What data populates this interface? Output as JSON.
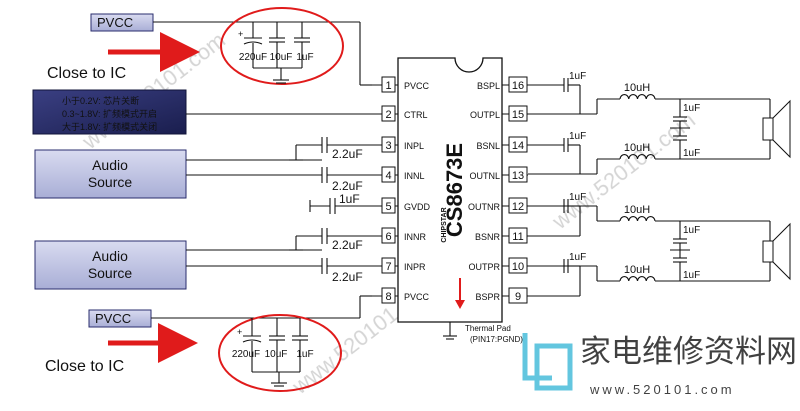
{
  "left": {
    "pvcc_top": "PVCC",
    "pvcc_bottom": "PVCC",
    "close_to_ic_top": "Close to IC",
    "close_to_ic_bottom": "Close to IC",
    "ctrl_note": [
      "小于0.2V: 芯片关断",
      "0.3~1.8V: 扩频模式开启",
      "大于1.8V: 扩频模式关闭"
    ],
    "audio_source_1": [
      "Audio",
      "Source"
    ],
    "audio_source_2": [
      "Audio",
      "Source"
    ]
  },
  "capacitors": {
    "top_group": [
      "220uF",
      "10uF",
      "1uF"
    ],
    "bottom_group": [
      "220uF",
      "10uF",
      "1uF"
    ],
    "inpl": "2.2uF",
    "innl": "2.2uF",
    "gvdd": "1uF",
    "innr": "2.2uF",
    "inpr": "2.2uF",
    "bootstrap": [
      "1uF",
      "1uF",
      "1uF",
      "1uF"
    ],
    "filter_top": [
      "1uF",
      "1uF"
    ],
    "filter_bottom": [
      "1uF",
      "1uF"
    ]
  },
  "inductors": [
    "10uH",
    "10uH",
    "10uH",
    "10uH"
  ],
  "chip": {
    "part_number": "CS8673E",
    "brand": "CHIPSTAR",
    "left_pins": [
      {
        "num": "1",
        "name": "PVCC"
      },
      {
        "num": "2",
        "name": "CTRL"
      },
      {
        "num": "3",
        "name": "INPL"
      },
      {
        "num": "4",
        "name": "INNL"
      },
      {
        "num": "5",
        "name": "GVDD"
      },
      {
        "num": "6",
        "name": "INNR"
      },
      {
        "num": "7",
        "name": "INPR"
      },
      {
        "num": "8",
        "name": "PVCC"
      }
    ],
    "right_pins": [
      {
        "num": "16",
        "name": "BSPL"
      },
      {
        "num": "15",
        "name": "OUTPL"
      },
      {
        "num": "14",
        "name": "BSNL"
      },
      {
        "num": "13",
        "name": "OUTNL"
      },
      {
        "num": "12",
        "name": "OUTNR"
      },
      {
        "num": "11",
        "name": "BSNR"
      },
      {
        "num": "10",
        "name": "OUTPR"
      },
      {
        "num": "9",
        "name": "BSPR"
      }
    ],
    "thermal_pad": [
      "Thermal Pad",
      "(PIN17:PGND)"
    ]
  },
  "watermark": {
    "logo_text": "家电维修资料网",
    "url": "www.520101.com"
  },
  "colors": {
    "red": "#e01b1b",
    "box_fill": "#bfc3e2",
    "box_stroke": "#2a2d6e",
    "dark_box": "#23285e",
    "cyan": "#2fb3d4"
  }
}
